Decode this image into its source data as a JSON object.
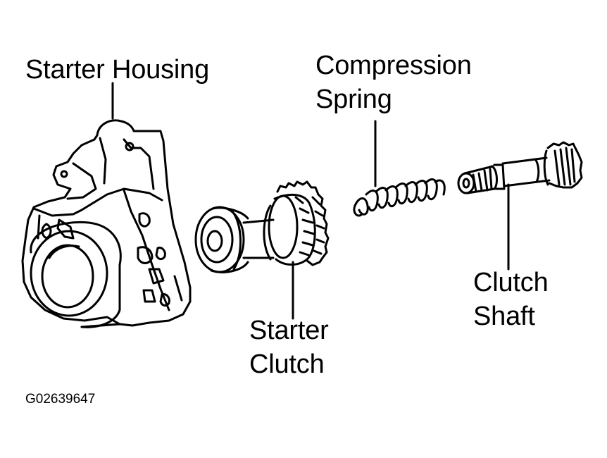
{
  "labels": {
    "starter_housing": "Starter Housing",
    "compression_spring_line1": "Compression",
    "compression_spring_line2": "Spring",
    "clutch_shaft_line1": "Clutch",
    "clutch_shaft_line2": "Shaft",
    "starter_clutch_line1": "Starter",
    "starter_clutch_line2": "Clutch"
  },
  "figure_code": "G02639647"
}
